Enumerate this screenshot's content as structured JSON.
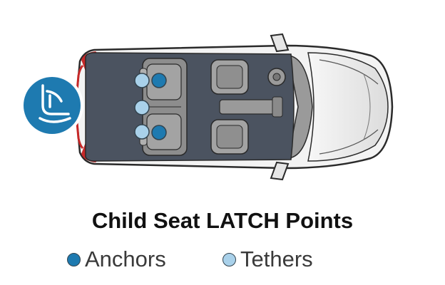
{
  "title": "Child Seat LATCH Points",
  "legend": [
    {
      "label": "Anchors",
      "color": "#1e7ab0"
    },
    {
      "label": "Tethers",
      "color": "#a9d1ea"
    }
  ],
  "colors": {
    "anchor": "#1e7ab0",
    "tether": "#a9d1ea",
    "badge": "#1e7ab0",
    "cargo": "#4b5360",
    "body": "#f3f3f3",
    "taillight": "#c62828"
  },
  "icons": [
    "child-seat-icon"
  ]
}
